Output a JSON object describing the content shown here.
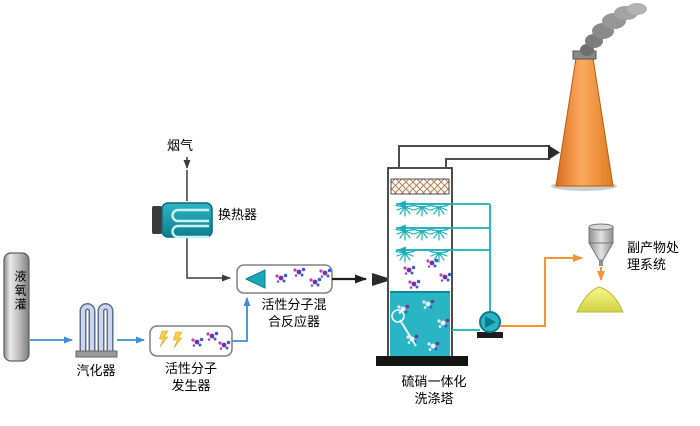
{
  "labels": {
    "tank": "液氧灌",
    "vaporizer": "汽化器",
    "generator_line1": "活性分子",
    "generator_line2": "发生器",
    "flue_gas": "烟气",
    "heat_exchanger": "换热器",
    "reactor_line1": "活性分子混",
    "reactor_line2": "合反应器",
    "tower_line1": "硫硝一体化",
    "tower_line2": "洗涤塔",
    "byproduct_line1": "副产物处",
    "byproduct_line2": "理系统"
  },
  "icons": {
    "tank": "liquid-oxygen-tank",
    "vaporizer": "finned-tube-vaporizer",
    "generator": "active-molecule-generator",
    "heat_exchanger": "u-tube-heat-exchanger",
    "reactor": "molecule-mixing-reactor",
    "tower": "integrated-scrubbing-tower",
    "pump": "circulation-pump",
    "chimney": "exhaust-stack-with-smoke",
    "hopper": "byproduct-hopper",
    "pile": "byproduct-pile"
  },
  "colors": {
    "pipe_blue": "#3f8fd2",
    "pipe_teal": "#17b0b8",
    "pipe_orange": "#f79433",
    "pipe_dark": "#3c3c3c",
    "tower_liquid": "#2ab5c5",
    "chimney_orange": "#ef8c33",
    "lightning_yellow": "#ffd23f",
    "molecule_purple": "#7a2fa0",
    "molecule_blue": "#3a5fcd",
    "smoke_gray": "#8a8a8a",
    "pile_yellow": "#e3e35e"
  }
}
